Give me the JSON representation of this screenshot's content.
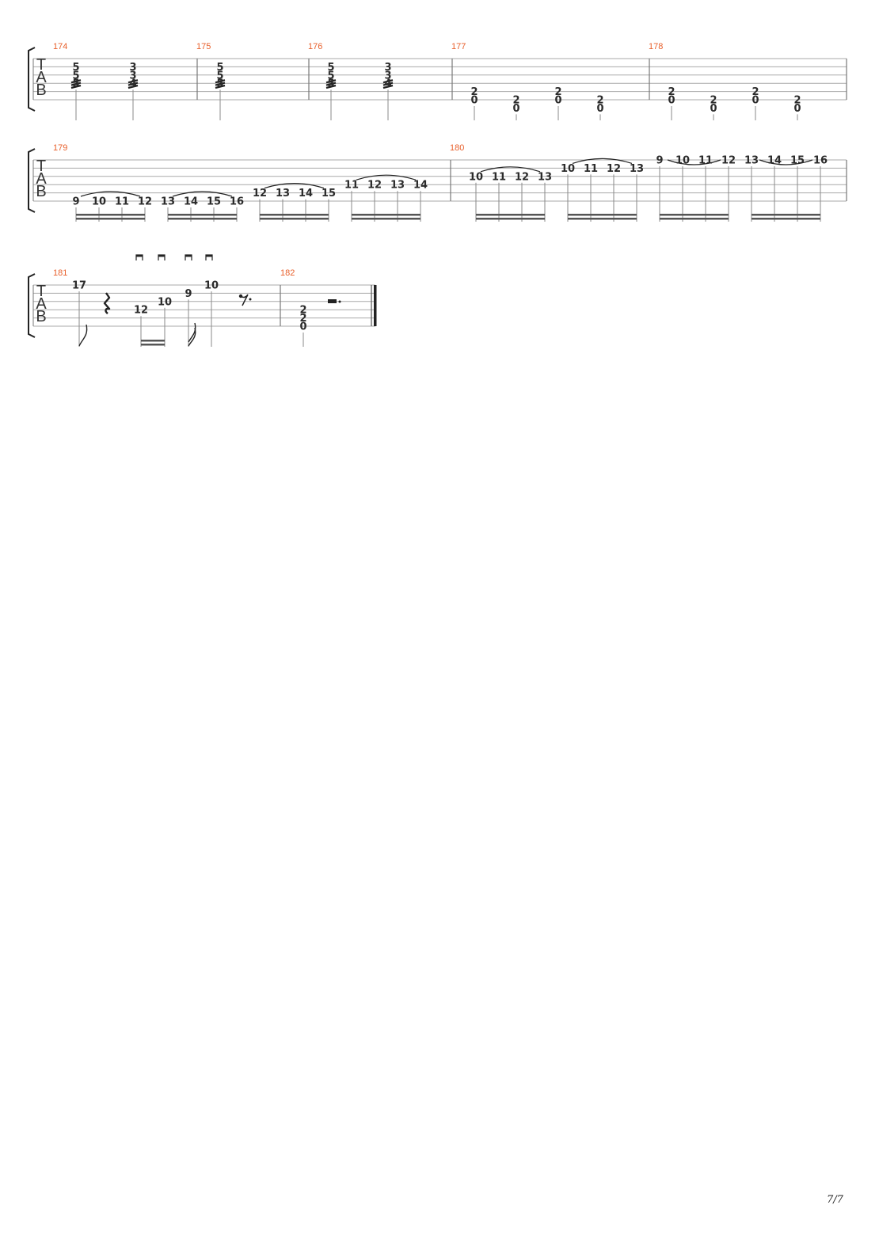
{
  "colors": {
    "measure_number": "#e8602c",
    "line": "#9a9a9a",
    "text": "#2b2b2b"
  },
  "tab_clef": [
    "T",
    "A",
    "B"
  ],
  "page_number": "7/7",
  "systems": [
    {
      "measures": [
        {
          "number": "174",
          "notes": [
            {
              "frets": {
                "1": "5",
                "2": "5",
                "3": "5"
              }
            },
            {
              "frets": {
                "1": "3",
                "2": "3",
                "3": "4"
              }
            }
          ]
        },
        {
          "number": "175",
          "notes": [
            {
              "frets": {
                "1": "5",
                "2": "5",
                "3": "5"
              }
            }
          ]
        },
        {
          "number": "176",
          "notes": [
            {
              "frets": {
                "1": "5",
                "2": "5",
                "3": "5"
              }
            },
            {
              "frets": {
                "1": "3",
                "2": "3",
                "3": "4"
              }
            }
          ]
        },
        {
          "number": "177",
          "notes": [
            {
              "frets": {
                "4": "2",
                "5": "0"
              }
            },
            {
              "frets": {
                "5": "2",
                "6": "0"
              }
            },
            {
              "frets": {
                "4": "2",
                "5": "0"
              }
            },
            {
              "frets": {
                "5": "2",
                "6": "0"
              }
            }
          ]
        },
        {
          "number": "178",
          "notes": [
            {
              "frets": {
                "4": "2",
                "5": "0"
              }
            },
            {
              "frets": {
                "5": "2",
                "6": "0"
              }
            },
            {
              "frets": {
                "4": "2",
                "5": "0"
              }
            },
            {
              "frets": {
                "5": "2",
                "6": "0"
              }
            }
          ]
        }
      ]
    },
    {
      "measures": [
        {
          "number": "179",
          "notes": [
            {
              "frets": {
                "5": "9"
              }
            },
            {
              "frets": {
                "5": "10"
              }
            },
            {
              "frets": {
                "5": "11"
              }
            },
            {
              "frets": {
                "5": "12"
              }
            },
            {
              "frets": {
                "5": "13"
              }
            },
            {
              "frets": {
                "5": "14"
              }
            },
            {
              "frets": {
                "5": "15"
              }
            },
            {
              "frets": {
                "5": "16"
              }
            },
            {
              "frets": {
                "4": "12"
              }
            },
            {
              "frets": {
                "4": "13"
              }
            },
            {
              "frets": {
                "4": "14"
              }
            },
            {
              "frets": {
                "4": "15"
              }
            },
            {
              "frets": {
                "3": "11"
              }
            },
            {
              "frets": {
                "3": "12"
              }
            },
            {
              "frets": {
                "3": "13"
              }
            },
            {
              "frets": {
                "3": "14"
              }
            }
          ]
        },
        {
          "number": "180",
          "notes": [
            {
              "frets": {
                "2": "10"
              }
            },
            {
              "frets": {
                "2": "11"
              }
            },
            {
              "frets": {
                "2": "12"
              }
            },
            {
              "frets": {
                "2": "13"
              }
            },
            {
              "frets": {
                "1": "10"
              }
            },
            {
              "frets": {
                "1": "11"
              }
            },
            {
              "frets": {
                "1": "12"
              }
            },
            {
              "frets": {
                "1": "13"
              }
            },
            {
              "frets": {
                "0": "9"
              }
            },
            {
              "frets": {
                "0": "10"
              }
            },
            {
              "frets": {
                "0": "11"
              }
            },
            {
              "frets": {
                "0": "12"
              }
            },
            {
              "frets": {
                "0": "13"
              }
            },
            {
              "frets": {
                "0": "14"
              }
            },
            {
              "frets": {
                "0": "15"
              }
            },
            {
              "frets": {
                "0": "16"
              }
            }
          ]
        }
      ]
    },
    {
      "measures": [
        {
          "number": "181",
          "notes": [
            {
              "frets": {
                "0": "17"
              }
            },
            {
              "frets": {
                "3": "12"
              }
            },
            {
              "frets": {
                "2": "10"
              }
            },
            {
              "frets": {
                "1": "9"
              }
            },
            {
              "frets": {
                "0": "10"
              }
            }
          ]
        },
        {
          "number": "182",
          "notes": [
            {
              "frets": {
                "3": "2",
                "4": "2",
                "5": "0"
              }
            }
          ]
        }
      ]
    }
  ]
}
